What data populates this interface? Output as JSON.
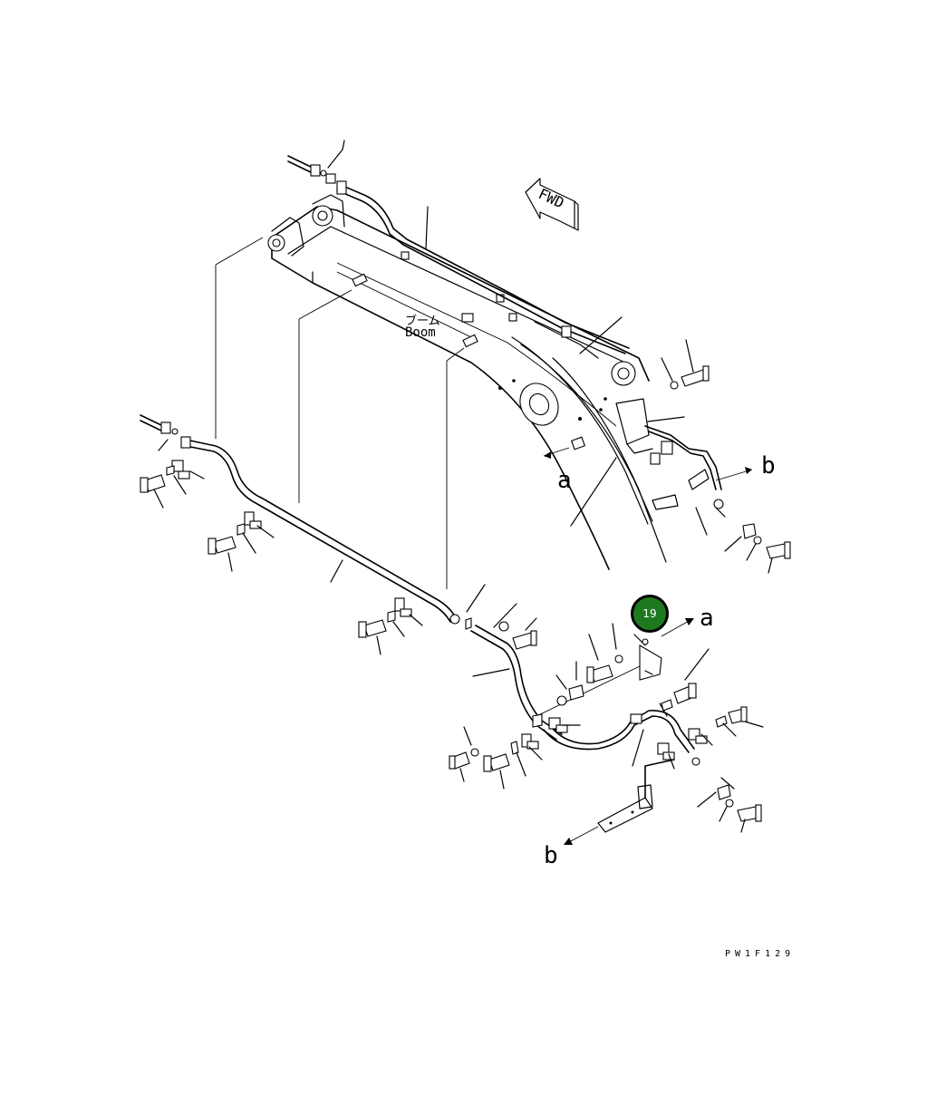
{
  "diagram": {
    "fwd_label": "FWD",
    "boom_label_jp": "ブーム",
    "boom_label_en": "Boom",
    "ref_a_upper": "a",
    "ref_b_upper": "b",
    "ref_a_lower": "a",
    "ref_b_lower": "b",
    "drawing_code": "PW1F129"
  },
  "callout": {
    "number": "19",
    "color": "#1f7a1f"
  }
}
